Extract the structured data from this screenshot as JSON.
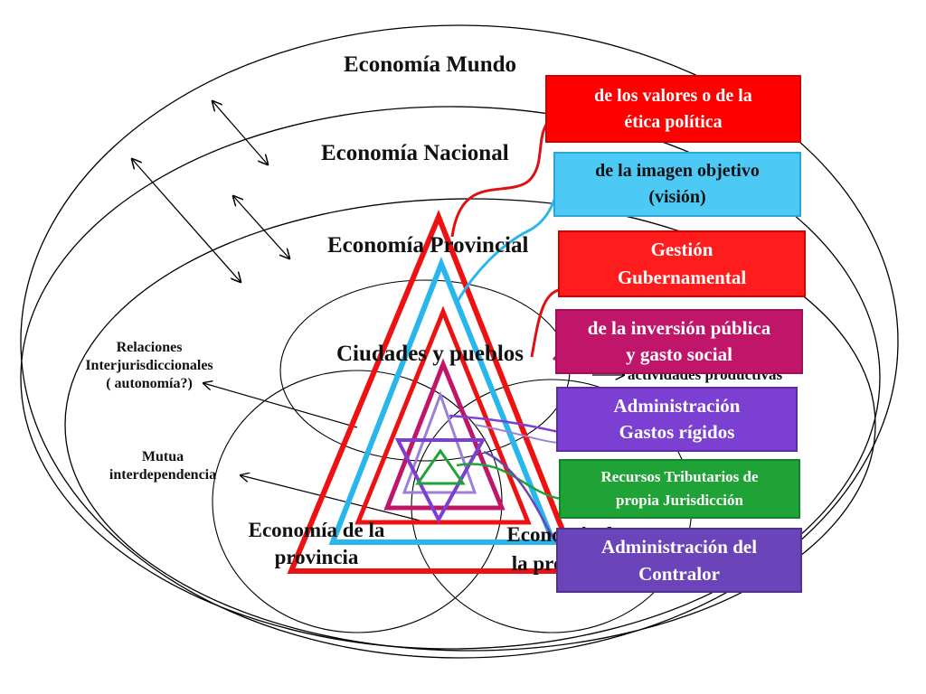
{
  "labels": {
    "economia_mundo": "Economía Mundo",
    "economia_nacional": "Economía Nacional",
    "economia_provincial": "Economía Provincial",
    "ciudades_pueblos": "Ciudades y pueblos",
    "actividades": "actividades productivas",
    "relaciones_1": "Relaciones",
    "relaciones_2": "Interjurisdiccionales",
    "relaciones_3": "( autonomía?)",
    "mutua_1": "Mutua",
    "mutua_2": "interdependencia",
    "econ_de_la_1": "Economía de la",
    "econ_de_la_2": "provincia",
    "econ_right_1": "Economía de",
    "econ_right_2": "la provincia"
  },
  "boxes": [
    {
      "line1": "de los valores o de la",
      "line2": "ética política",
      "color": "#ff0000",
      "text_color": "#ffffff"
    },
    {
      "line1": "de la imagen objetivo",
      "line2": "(visión)",
      "color": "#4dc9f6",
      "text_color": "#111111"
    },
    {
      "line1": "Gestión",
      "line2": "Gubernamental",
      "color": "#ff1c1c",
      "text_color": "#ffffff"
    },
    {
      "line1": "de la inversión pública",
      "line2": "y gasto social",
      "color": "#c0166a",
      "text_color": "#ffffff"
    },
    {
      "line1": "Administración",
      "line2": "Gastos rígidos",
      "color": "#7b3fd1",
      "text_color": "#ffffff"
    },
    {
      "line1": "Recursos Tributarios de",
      "line2": "propia Jurisdicción",
      "color": "#1fa336",
      "text_color": "#ffffff"
    },
    {
      "line1": "Administración del",
      "line2": "Contralor",
      "color": "#6a44b8",
      "text_color": "#ffffff"
    }
  ]
}
